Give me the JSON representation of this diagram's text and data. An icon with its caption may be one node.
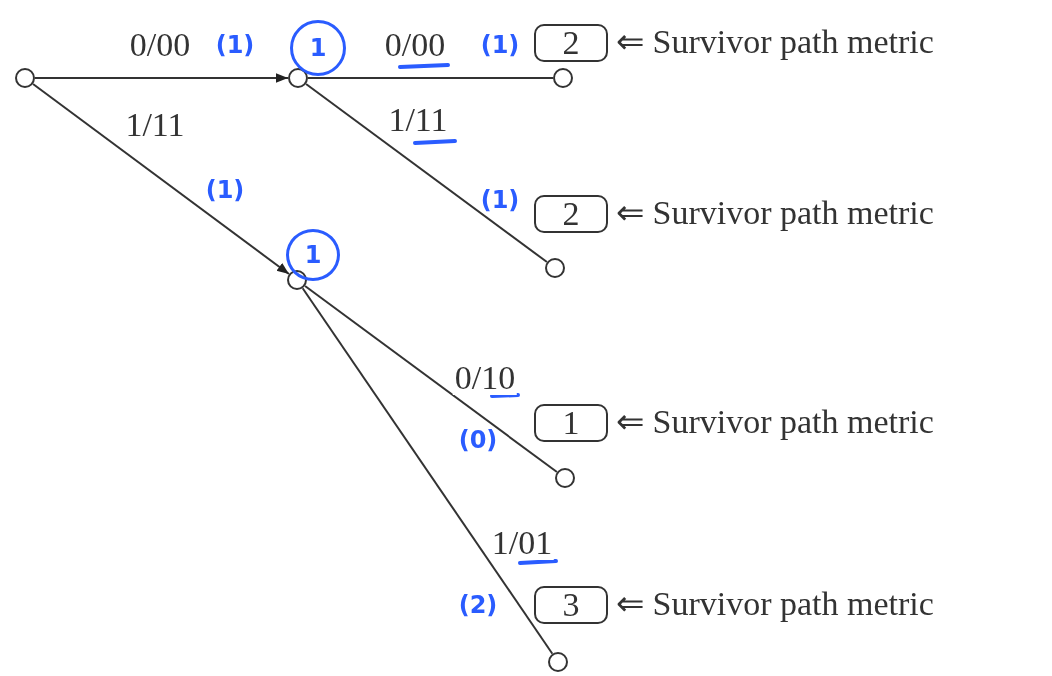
{
  "diagram": {
    "nodes": [
      {
        "text": [],
        "shape": "circle"
      },
      {
        "text": [
          "1"
        ]
      },
      {
        "text": [],
        "shape": "circle"
      },
      {
        "text": [],
        "shape": "circle"
      },
      {
        "text": [
          "2"
        ],
        "beside": [
          "⇐ Survivor path metric"
        ]
      },
      {
        "text": [
          "2"
        ],
        "beside": [
          "⇐ Survivor path metric"
        ]
      },
      {
        "text": [],
        "shape": "circle"
      },
      {
        "text": [
          "1"
        ]
      },
      {
        "text": [],
        "shape": "circle"
      },
      {
        "text": [
          "1"
        ],
        "beside": [
          "⇐ Survivor path metric"
        ]
      },
      {
        "text": [],
        "shape": "circle"
      },
      {
        "text": [
          "3"
        ],
        "beside": [
          "⇐ Survivor path metric"
        ]
      },
      {
        "text": [],
        "shape": "circle"
      }
    ],
    "edges": [
      {
        "from": 0,
        "to": 2,
        "arrow": "to",
        "label": "0/00"
      },
      {
        "from": 0,
        "to": 8,
        "arrow": "to",
        "label": "1/11"
      },
      {
        "from": 2,
        "to": 3,
        "arrow": "none",
        "label": "0/00"
      },
      {
        "from": 2,
        "to": 6,
        "arrow": "none",
        "label": "1/11"
      },
      {
        "from": 8,
        "to": 10,
        "arrow": "none",
        "label": "0/10"
      },
      {
        "from": 8,
        "to": 12,
        "arrow": "none",
        "label": "1/01"
      }
    ],
    "labels": [
      "(1)",
      "(1)",
      "(1)",
      "(1)",
      "(0)",
      "(2)"
    ]
  }
}
